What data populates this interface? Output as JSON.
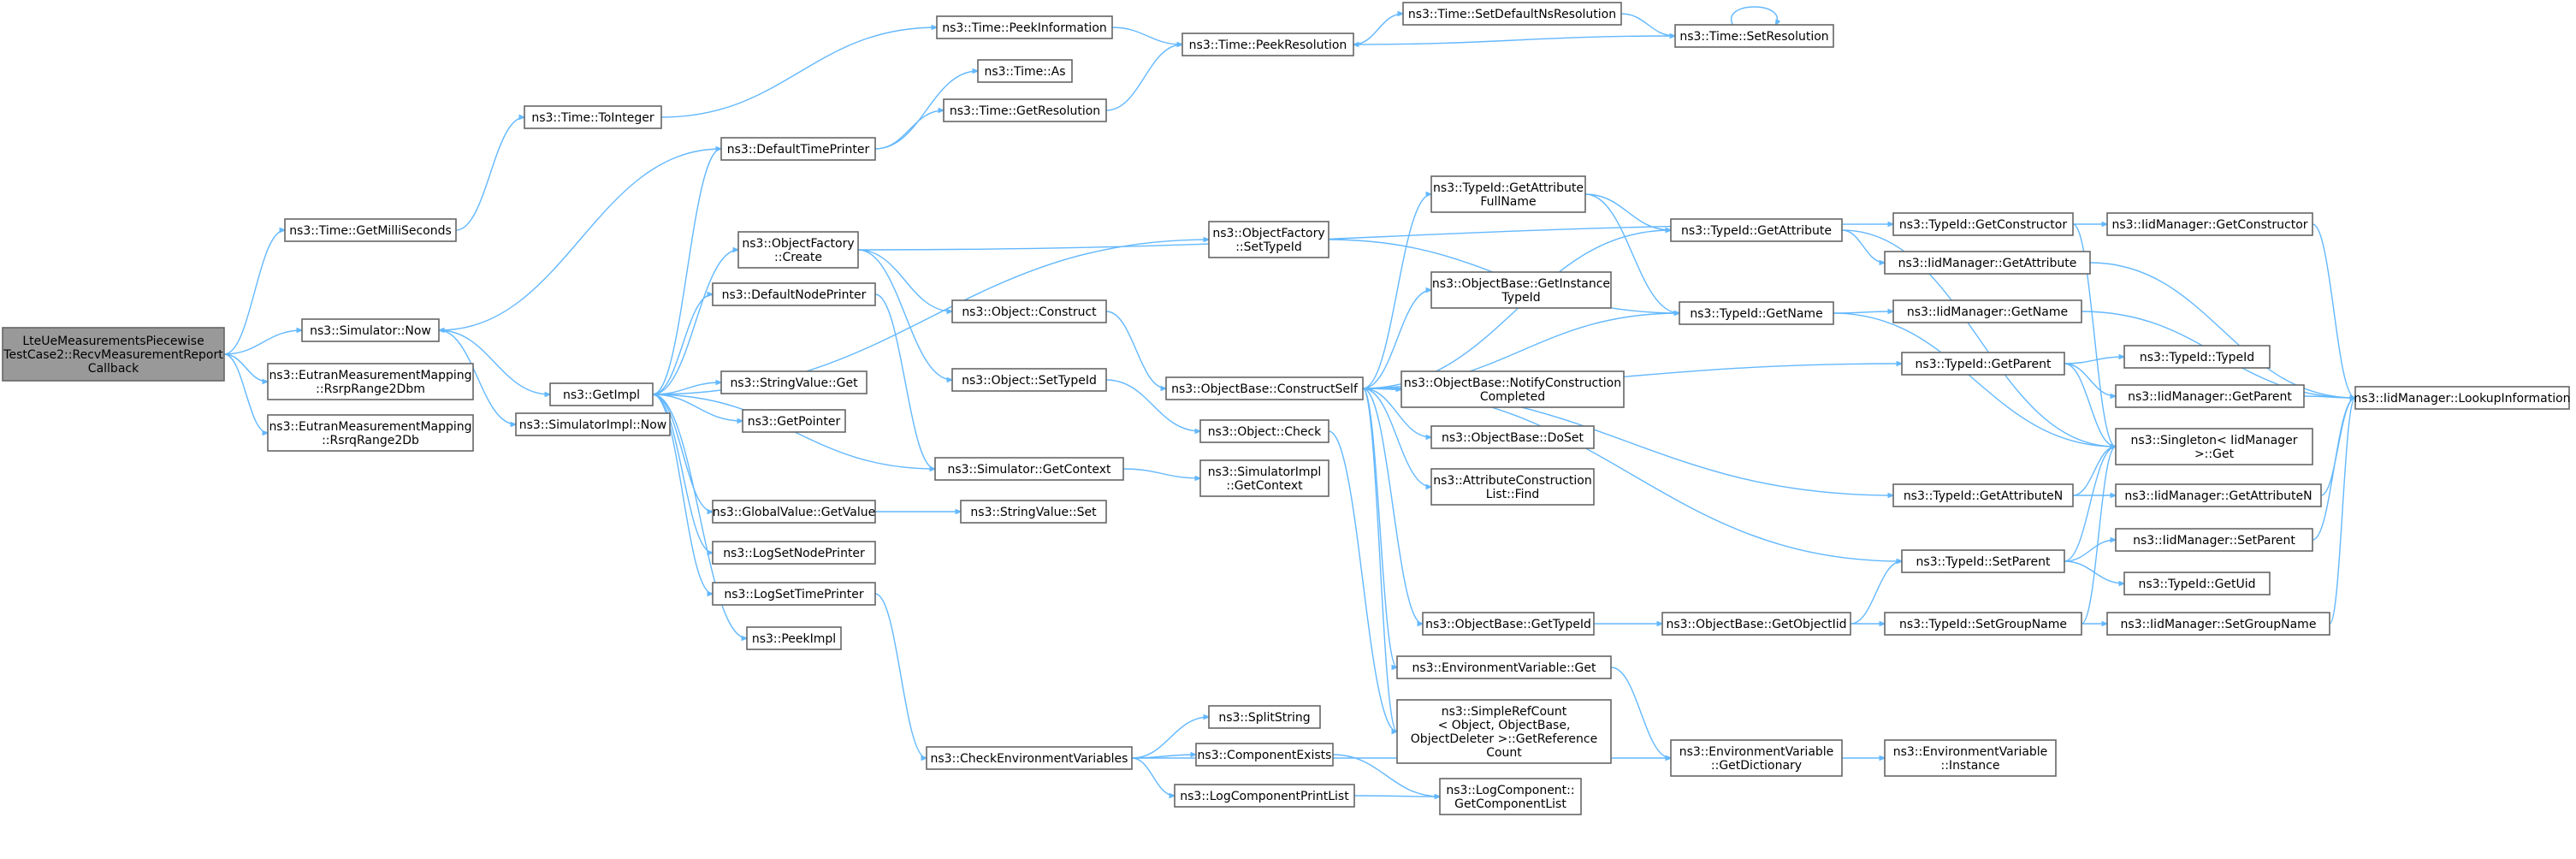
{
  "graph": {
    "edge_color": "#63b8ff",
    "node_border_color": "#666666",
    "root_fill_color": "#999999",
    "nodes": [
      {
        "id": "root",
        "lines": [
          "LteUeMeasurementsPiecewise",
          "TestCase2::RecvMeasurementReport",
          "Callback"
        ]
      },
      {
        "id": "getMilli",
        "lines": [
          "ns3::Time::GetMilliSeconds"
        ]
      },
      {
        "id": "simNow",
        "lines": [
          "ns3::Simulator::Now"
        ]
      },
      {
        "id": "rsrp",
        "lines": [
          "ns3::EutranMeasurementMapping",
          "::RsrpRange2Dbm"
        ]
      },
      {
        "id": "rsrq",
        "lines": [
          "ns3::EutranMeasurementMapping",
          "::RsrqRange2Db"
        ]
      },
      {
        "id": "toInt",
        "lines": [
          "ns3::Time::ToInteger"
        ]
      },
      {
        "id": "peekInfo",
        "lines": [
          "ns3::Time::PeekInformation"
        ]
      },
      {
        "id": "peekRes",
        "lines": [
          "ns3::Time::PeekResolution"
        ]
      },
      {
        "id": "setDefNs",
        "lines": [
          "ns3::Time::SetDefaultNsResolution"
        ]
      },
      {
        "id": "setRes",
        "lines": [
          "ns3::Time::SetResolution"
        ]
      },
      {
        "id": "timeAs",
        "lines": [
          "ns3::Time::As"
        ]
      },
      {
        "id": "getRes",
        "lines": [
          "ns3::Time::GetResolution"
        ]
      },
      {
        "id": "defTime",
        "lines": [
          "ns3::DefaultTimePrinter"
        ]
      },
      {
        "id": "getImpl",
        "lines": [
          "ns3::GetImpl"
        ]
      },
      {
        "id": "implNow",
        "lines": [
          "ns3::SimulatorImpl::Now"
        ]
      },
      {
        "id": "ofCreate",
        "lines": [
          "ns3::ObjectFactory",
          "::Create"
        ]
      },
      {
        "id": "defNode",
        "lines": [
          "ns3::DefaultNodePrinter"
        ]
      },
      {
        "id": "strGet",
        "lines": [
          "ns3::StringValue::Get"
        ]
      },
      {
        "id": "getPtr",
        "lines": [
          "ns3::GetPointer"
        ]
      },
      {
        "id": "gvGet",
        "lines": [
          "ns3::GlobalValue::GetValue"
        ]
      },
      {
        "id": "logNode",
        "lines": [
          "ns3::LogSetNodePrinter"
        ]
      },
      {
        "id": "logTime",
        "lines": [
          "ns3::LogSetTimePrinter"
        ]
      },
      {
        "id": "peekImpl",
        "lines": [
          "ns3::PeekImpl"
        ]
      },
      {
        "id": "objConstruct",
        "lines": [
          "ns3::Object::Construct"
        ]
      },
      {
        "id": "objSetTid",
        "lines": [
          "ns3::Object::SetTypeId"
        ]
      },
      {
        "id": "simGetCtx",
        "lines": [
          "ns3::Simulator::GetContext"
        ]
      },
      {
        "id": "strSet",
        "lines": [
          "ns3::StringValue::Set"
        ]
      },
      {
        "id": "checkEnv",
        "lines": [
          "ns3::CheckEnvironmentVariables"
        ]
      },
      {
        "id": "ofSetTid",
        "lines": [
          "ns3::ObjectFactory",
          "::SetTypeId"
        ]
      },
      {
        "id": "construct",
        "lines": [
          "ns3::ObjectBase::ConstructSelf"
        ]
      },
      {
        "id": "objCheck",
        "lines": [
          "ns3::Object::Check"
        ]
      },
      {
        "id": "implGetCtx",
        "lines": [
          "ns3::SimulatorImpl",
          "::GetContext"
        ]
      },
      {
        "id": "splitStr",
        "lines": [
          "ns3::SplitString"
        ]
      },
      {
        "id": "compExists",
        "lines": [
          "ns3::ComponentExists"
        ]
      },
      {
        "id": "logCompList",
        "lines": [
          "ns3::LogComponentPrintList"
        ]
      },
      {
        "id": "attrFullName",
        "lines": [
          "ns3::TypeId::GetAttribute",
          "FullName"
        ]
      },
      {
        "id": "getInstTid",
        "lines": [
          "ns3::ObjectBase::GetInstance",
          "TypeId"
        ]
      },
      {
        "id": "notifyConst",
        "lines": [
          "ns3::ObjectBase::NotifyConstruction",
          "Completed"
        ]
      },
      {
        "id": "doSet",
        "lines": [
          "ns3::ObjectBase::DoSet"
        ]
      },
      {
        "id": "attrListFind",
        "lines": [
          "ns3::AttributeConstruction",
          "List::Find"
        ]
      },
      {
        "id": "obGetTid",
        "lines": [
          "ns3::ObjectBase::GetTypeId"
        ]
      },
      {
        "id": "envGet",
        "lines": [
          "ns3::EnvironmentVariable::Get"
        ]
      },
      {
        "id": "refCount",
        "lines": [
          "ns3::SimpleRefCount",
          "< Object, ObjectBase,",
          "ObjectDeleter >::GetReference",
          "Count"
        ]
      },
      {
        "id": "getCompList",
        "lines": [
          "ns3::LogComponent::",
          "GetComponentList"
        ]
      },
      {
        "id": "tidGetAttr",
        "lines": [
          "ns3::TypeId::GetAttribute"
        ]
      },
      {
        "id": "tidGetName",
        "lines": [
          "ns3::TypeId::GetName"
        ]
      },
      {
        "id": "getObjIid",
        "lines": [
          "ns3::ObjectBase::GetObjectIid"
        ]
      },
      {
        "id": "envDict",
        "lines": [
          "ns3::EnvironmentVariable",
          "::GetDictionary"
        ]
      },
      {
        "id": "tidGetCtor",
        "lines": [
          "ns3::TypeId::GetConstructor"
        ]
      },
      {
        "id": "iidGetAttr",
        "lines": [
          "ns3::IidManager::GetAttribute"
        ]
      },
      {
        "id": "iidGetName",
        "lines": [
          "ns3::IidManager::GetName"
        ]
      },
      {
        "id": "tidGetParent",
        "lines": [
          "ns3::TypeId::GetParent"
        ]
      },
      {
        "id": "tidGetAttrN",
        "lines": [
          "ns3::TypeId::GetAttributeN"
        ]
      },
      {
        "id": "tidSetParent",
        "lines": [
          "ns3::TypeId::SetParent"
        ]
      },
      {
        "id": "tidSetGroup",
        "lines": [
          "ns3::TypeId::SetGroupName"
        ]
      },
      {
        "id": "envInst",
        "lines": [
          "ns3::EnvironmentVariable",
          "::Instance"
        ]
      },
      {
        "id": "iidGetCtor",
        "lines": [
          "ns3::IidManager::GetConstructor"
        ]
      },
      {
        "id": "tidTid",
        "lines": [
          "ns3::TypeId::TypeId"
        ]
      },
      {
        "id": "iidGetParent",
        "lines": [
          "ns3::IidManager::GetParent"
        ]
      },
      {
        "id": "singleton",
        "lines": [
          "ns3::Singleton< IidManager",
          ">::Get"
        ]
      },
      {
        "id": "iidGetAttrN",
        "lines": [
          "ns3::IidManager::GetAttributeN"
        ]
      },
      {
        "id": "iidSetParent",
        "lines": [
          "ns3::IidManager::SetParent"
        ]
      },
      {
        "id": "tidGetUid",
        "lines": [
          "ns3::TypeId::GetUid"
        ]
      },
      {
        "id": "iidSetGroup",
        "lines": [
          "ns3::IidManager::SetGroupName"
        ]
      },
      {
        "id": "lookup",
        "lines": [
          "ns3::IidManager::LookupInformation"
        ]
      }
    ]
  }
}
